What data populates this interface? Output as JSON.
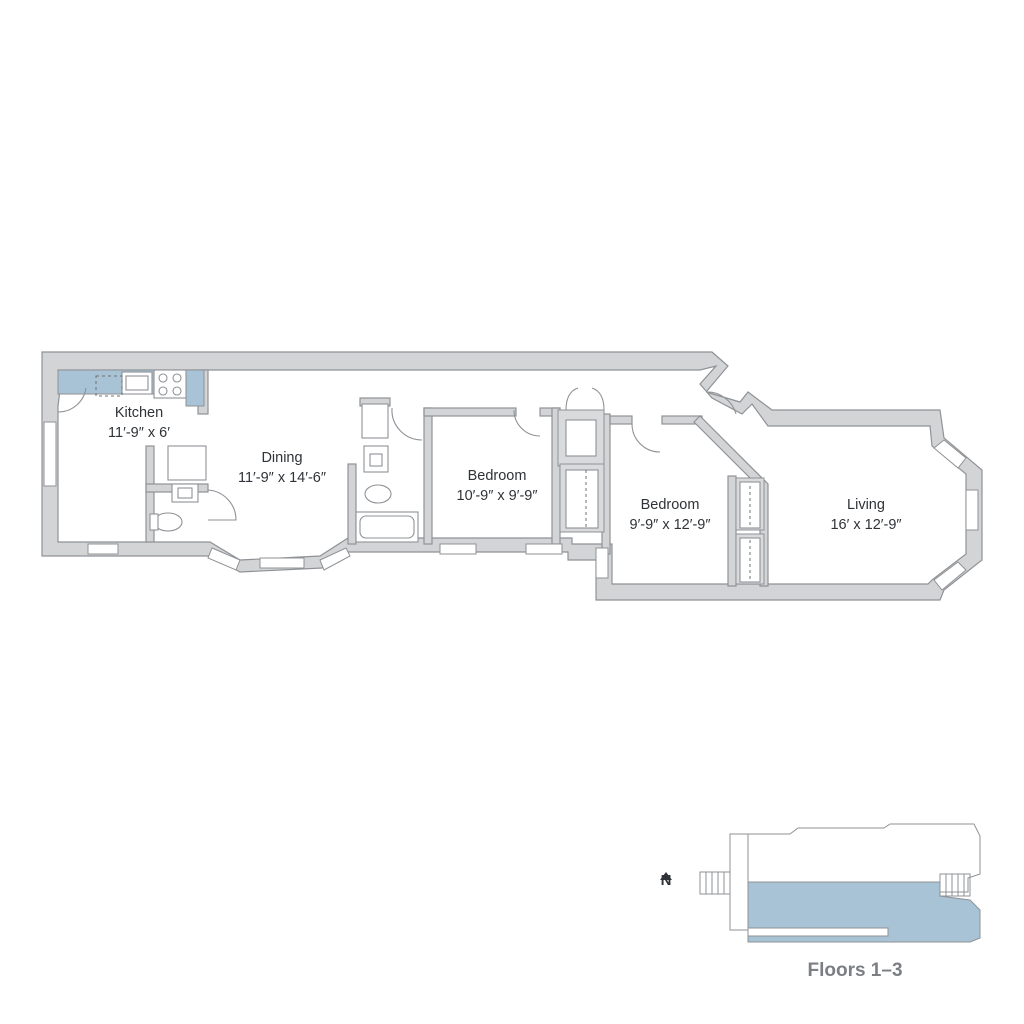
{
  "rooms": {
    "kitchen": {
      "name": "Kitchen",
      "size": "11′-9″ x 6′"
    },
    "dining": {
      "name": "Dining",
      "size": "11′-9″ x 14′-6″"
    },
    "bedroom1": {
      "name": "Bedroom",
      "size": "10′-9″ x 9′-9″"
    },
    "bedroom2": {
      "name": "Bedroom",
      "size": "9′-9″ x 12′-9″"
    },
    "living": {
      "name": "Living",
      "size": "16′ x 12′-9″"
    }
  },
  "key_plan": {
    "north_label": "N",
    "floors_label": "Floors 1–3",
    "highlight_color": "#a9c3d6"
  },
  "colors": {
    "wall": "#d3d4d6",
    "counter": "#a9c3d6"
  }
}
